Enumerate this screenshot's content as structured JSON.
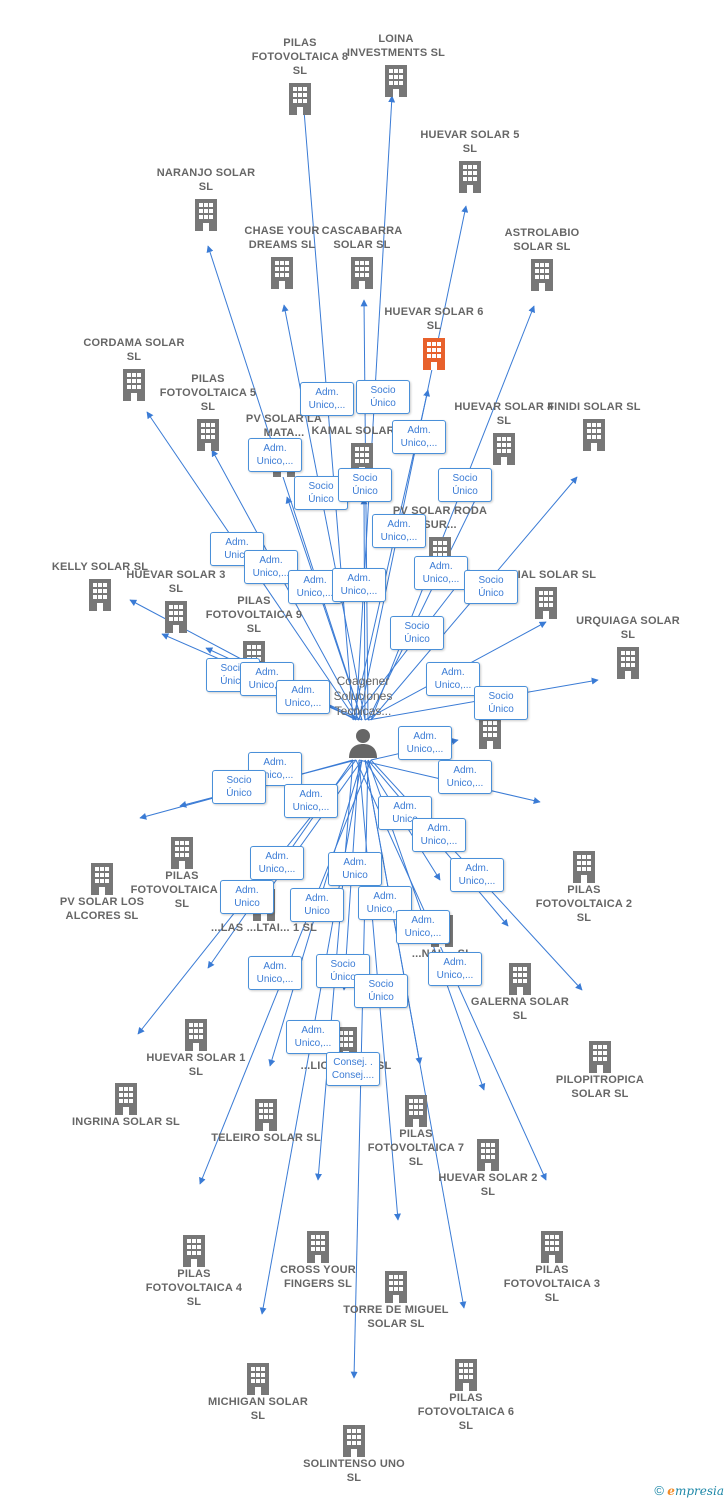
{
  "center": {
    "name": "Coagener Soluciones Tecnicas..."
  },
  "colors": {
    "edge": "#3a7bd5",
    "building": "#777777",
    "highlight": "#e8612c"
  },
  "nodes": [
    {
      "id": "n1",
      "label": "PILAS FOTOVOLTAICA 8 SL"
    },
    {
      "id": "n2",
      "label": "LOINA INVESTMENTS SL"
    },
    {
      "id": "n3",
      "label": "HUEVAR SOLAR 5 SL"
    },
    {
      "id": "n4",
      "label": "NARANJO SOLAR SL"
    },
    {
      "id": "n5",
      "label": "CHASE YOUR DREAMS SL"
    },
    {
      "id": "n6",
      "label": "CASCABARRA SOLAR SL"
    },
    {
      "id": "n7",
      "label": "ASTROLABIO SOLAR SL"
    },
    {
      "id": "n8",
      "label": "HUEVAR SOLAR 6 SL",
      "highlight": true
    },
    {
      "id": "n9",
      "label": "CORDAMA SOLAR SL"
    },
    {
      "id": "n10",
      "label": "PILAS FOTOVOLTAICA 5 SL"
    },
    {
      "id": "n11",
      "label": "PV SOLAR LA MATA..."
    },
    {
      "id": "n12",
      "label": "KAMAL SOLAR SL"
    },
    {
      "id": "n13",
      "label": "HUEVAR SOLAR 4 SL"
    },
    {
      "id": "n14",
      "label": "FINIDI SOLAR SL"
    },
    {
      "id": "n15",
      "label": "PV SOLAR RODA SUR..."
    },
    {
      "id": "n16",
      "label": "KELLY SOLAR SL"
    },
    {
      "id": "n17",
      "label": "HUEVAR SOLAR 3 SL"
    },
    {
      "id": "n18",
      "label": "PILAS FOTOVOLTAICA 9 SL"
    },
    {
      "id": "n19",
      "label": "ZAVIAL SOLAR SL"
    },
    {
      "id": "n20",
      "label": "URQUIAGA SOLAR SL"
    },
    {
      "id": "n21",
      "label": "SO..."
    },
    {
      "id": "n22",
      "label": "PV SOLAR LOS ALCORES SL"
    },
    {
      "id": "n23",
      "label": "PILAS FOTOVOLTAICA 10 SL"
    },
    {
      "id": "n24",
      "label": "PILAS FOTOVOLTAICA 2 SL"
    },
    {
      "id": "n25",
      "label": "...LAS ...LTAI... 1 SL"
    },
    {
      "id": "n26",
      "label": "...NAL ...SL"
    },
    {
      "id": "n27",
      "label": "GALERNA SOLAR SL"
    },
    {
      "id": "n28",
      "label": "PILOPITROPICA SOLAR SL"
    },
    {
      "id": "n29",
      "label": "HUEVAR SOLAR 1 SL"
    },
    {
      "id": "n30",
      "label": "INGRINA SOLAR SL"
    },
    {
      "id": "n31",
      "label": "...LICHE ...AR SL"
    },
    {
      "id": "n32",
      "label": "TELEIRO SOLAR SL"
    },
    {
      "id": "n33",
      "label": "PILAS FOTOVOLTAICA 7 SL"
    },
    {
      "id": "n34",
      "label": "HUEVAR SOLAR 2 SL"
    },
    {
      "id": "n35",
      "label": "PILAS FOTOVOLTAICA 4 SL"
    },
    {
      "id": "n36",
      "label": "CROSS YOUR FINGERS SL"
    },
    {
      "id": "n37",
      "label": "PILAS FOTOVOLTAICA 3 SL"
    },
    {
      "id": "n38",
      "label": "TORRE DE MIGUEL SOLAR SL"
    },
    {
      "id": "n39",
      "label": "MICHIGAN SOLAR SL"
    },
    {
      "id": "n40",
      "label": "PILAS FOTOVOLTAICA 6 SL"
    },
    {
      "id": "n41",
      "label": "SOLINTENSO UNO SL"
    }
  ],
  "relations": [
    {
      "id": "r1",
      "label": "Adm. Unico,..."
    },
    {
      "id": "r2",
      "label": "Socio Único"
    },
    {
      "id": "r3",
      "label": "Adm. Unico,..."
    },
    {
      "id": "r4",
      "label": "Adm. Unico,..."
    },
    {
      "id": "r5",
      "label": "Socio Único"
    },
    {
      "id": "r6",
      "label": "Socio Único"
    },
    {
      "id": "r7",
      "label": "Socio Único"
    },
    {
      "id": "r8",
      "label": "Adm. Unico,..."
    },
    {
      "id": "r9",
      "label": "Adm. Unico"
    },
    {
      "id": "r10",
      "label": "Adm. Unico,..."
    },
    {
      "id": "r11",
      "label": "Adm. Unico,..."
    },
    {
      "id": "r12",
      "label": "Adm. Unico,..."
    },
    {
      "id": "r13",
      "label": "Adm. Unico,..."
    },
    {
      "id": "r14",
      "label": "Socio Único"
    },
    {
      "id": "r15",
      "label": "Socio Único"
    },
    {
      "id": "r16",
      "label": "Socio Único"
    },
    {
      "id": "r17",
      "label": "Adm. Unico,..."
    },
    {
      "id": "r18",
      "label": "Adm. Unico,..."
    },
    {
      "id": "r19",
      "label": "Adm. Unico,..."
    },
    {
      "id": "r20",
      "label": "Socio Único"
    },
    {
      "id": "r21",
      "label": "Adm. Unico,..."
    },
    {
      "id": "r22",
      "label": "Adm. Unico,..."
    },
    {
      "id": "r23",
      "label": "Adm. Unico,..."
    },
    {
      "id": "r24",
      "label": "Socio Único"
    },
    {
      "id": "r25",
      "label": "Adm. Unico,..."
    },
    {
      "id": "r26",
      "label": "Adm. Unico"
    },
    {
      "id": "r27",
      "label": "Adm. Unico,..."
    },
    {
      "id": "r28",
      "label": "Adm. Unico,..."
    },
    {
      "id": "r29",
      "label": "Adm. Unico,..."
    },
    {
      "id": "r30",
      "label": "Adm. Unico"
    },
    {
      "id": "r31",
      "label": "Adm. Unico"
    },
    {
      "id": "r32",
      "label": "Adm. Unico"
    },
    {
      "id": "r33",
      "label": "Adm. Unico,..."
    },
    {
      "id": "r34",
      "label": "Adm. Unico,..."
    },
    {
      "id": "r35",
      "label": "Adm. Unico,..."
    },
    {
      "id": "r36",
      "label": "Socio Único"
    },
    {
      "id": "r37",
      "label": "Adm. Unico,..."
    },
    {
      "id": "r38",
      "label": "Socio Único"
    },
    {
      "id": "r39",
      "label": "Adm. Unico,..."
    },
    {
      "id": "r40",
      "label": "Consej. . Consej...."
    }
  ],
  "footer": {
    "copyright": "©",
    "brand_e": "e",
    "brand_rest": "mpresia"
  }
}
